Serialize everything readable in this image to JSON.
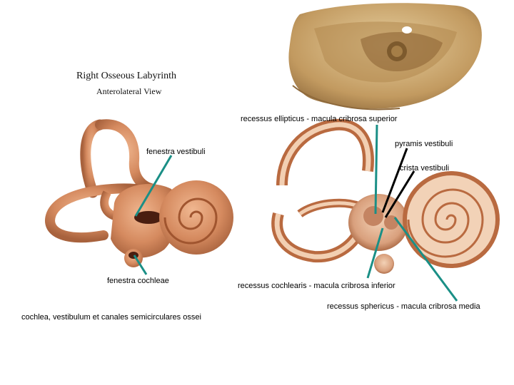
{
  "header": {
    "title": "Right Osseous Labyrinth",
    "subtitle": "Anterolateral View"
  },
  "labels": {
    "recessus_ellipticus": "recessus ellipticus - macula cribrosa superior",
    "pyramis_vestibuli": "pyramis vestibuli",
    "fenestra_vestibuli": "fenestra vestibuli",
    "crista_vestibuli": "crista vestibuli",
    "fenestra_cochleae": "fenestra cochleae",
    "recessus_cochlearis": "recessus cochlearis - macula cribrosa inferior",
    "recessus_sphericus": "recessus sphericus - macula cribrosa media",
    "caption": "cochlea, vestibulum et canales semicirculares ossei"
  },
  "colors": {
    "pointer_teal": "#1a8f86",
    "pointer_black": "#000000",
    "bone": "#d99a72",
    "skull": "#c8a878"
  }
}
